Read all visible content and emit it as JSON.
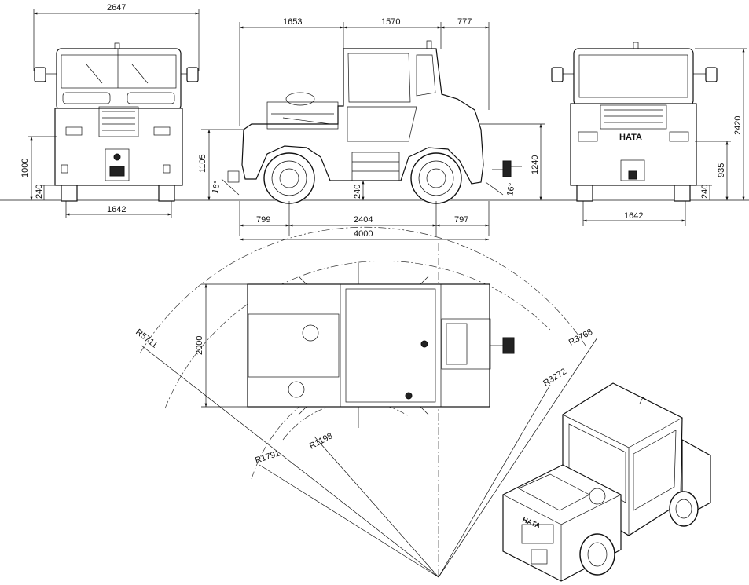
{
  "drawing": {
    "front_view": {
      "overall_width": "2647",
      "height_to_platform": "1000",
      "ground_clearance": "240",
      "track_width": "1642"
    },
    "side_view": {
      "front_overhang": "1653",
      "cab_length": "1570",
      "rear_section": "777",
      "height_left": "1105",
      "height_right": "1240",
      "approach_angle": "16°",
      "departure_angle": "16°",
      "mid_clearance": "240",
      "front_overhang_bottom": "799",
      "wheelbase": "2404",
      "rear_overhang_bottom": "797",
      "overall_length": "4000"
    },
    "rear_view": {
      "overall_height": "2420",
      "coupling_height": "935",
      "ground_clearance": "240",
      "track_width": "1642",
      "brand_badge": "HATA"
    },
    "top_view": {
      "width": "2000",
      "radius_outer": "R5711",
      "radius_3768": "R3768",
      "radius_3272": "R3272",
      "radius_1198": "R1198",
      "radius_1791": "R1791"
    },
    "isometric_view": {
      "brand_badge": "HATA"
    }
  }
}
